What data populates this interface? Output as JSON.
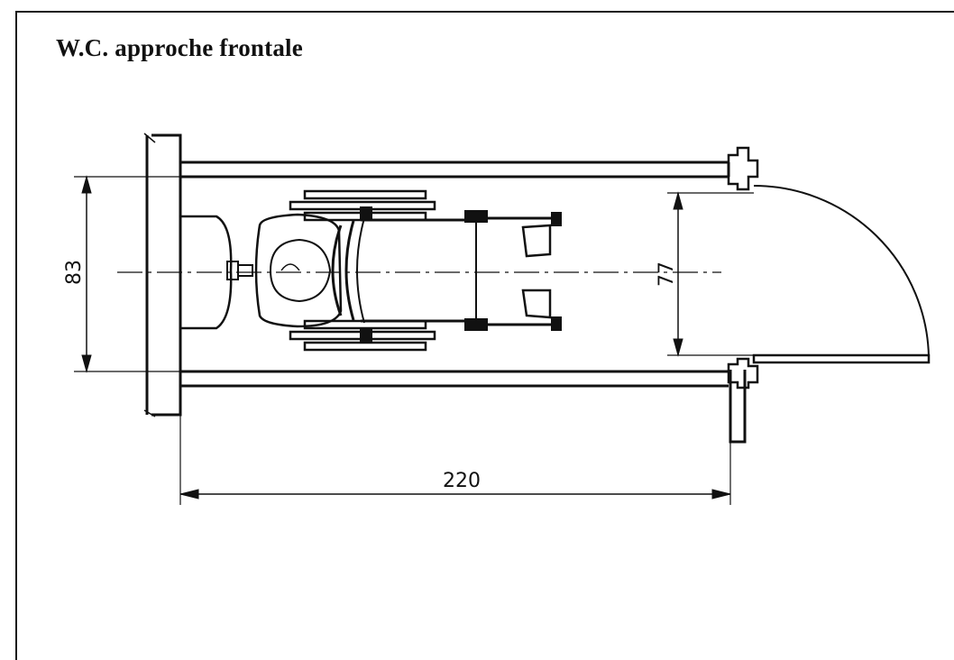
{
  "title": "W.C. approche frontale",
  "dimensions": {
    "cabin_width": "83",
    "door_opening": "77",
    "cabin_depth": "220"
  },
  "colors": {
    "ink": "#111111",
    "background": "#ffffff"
  }
}
